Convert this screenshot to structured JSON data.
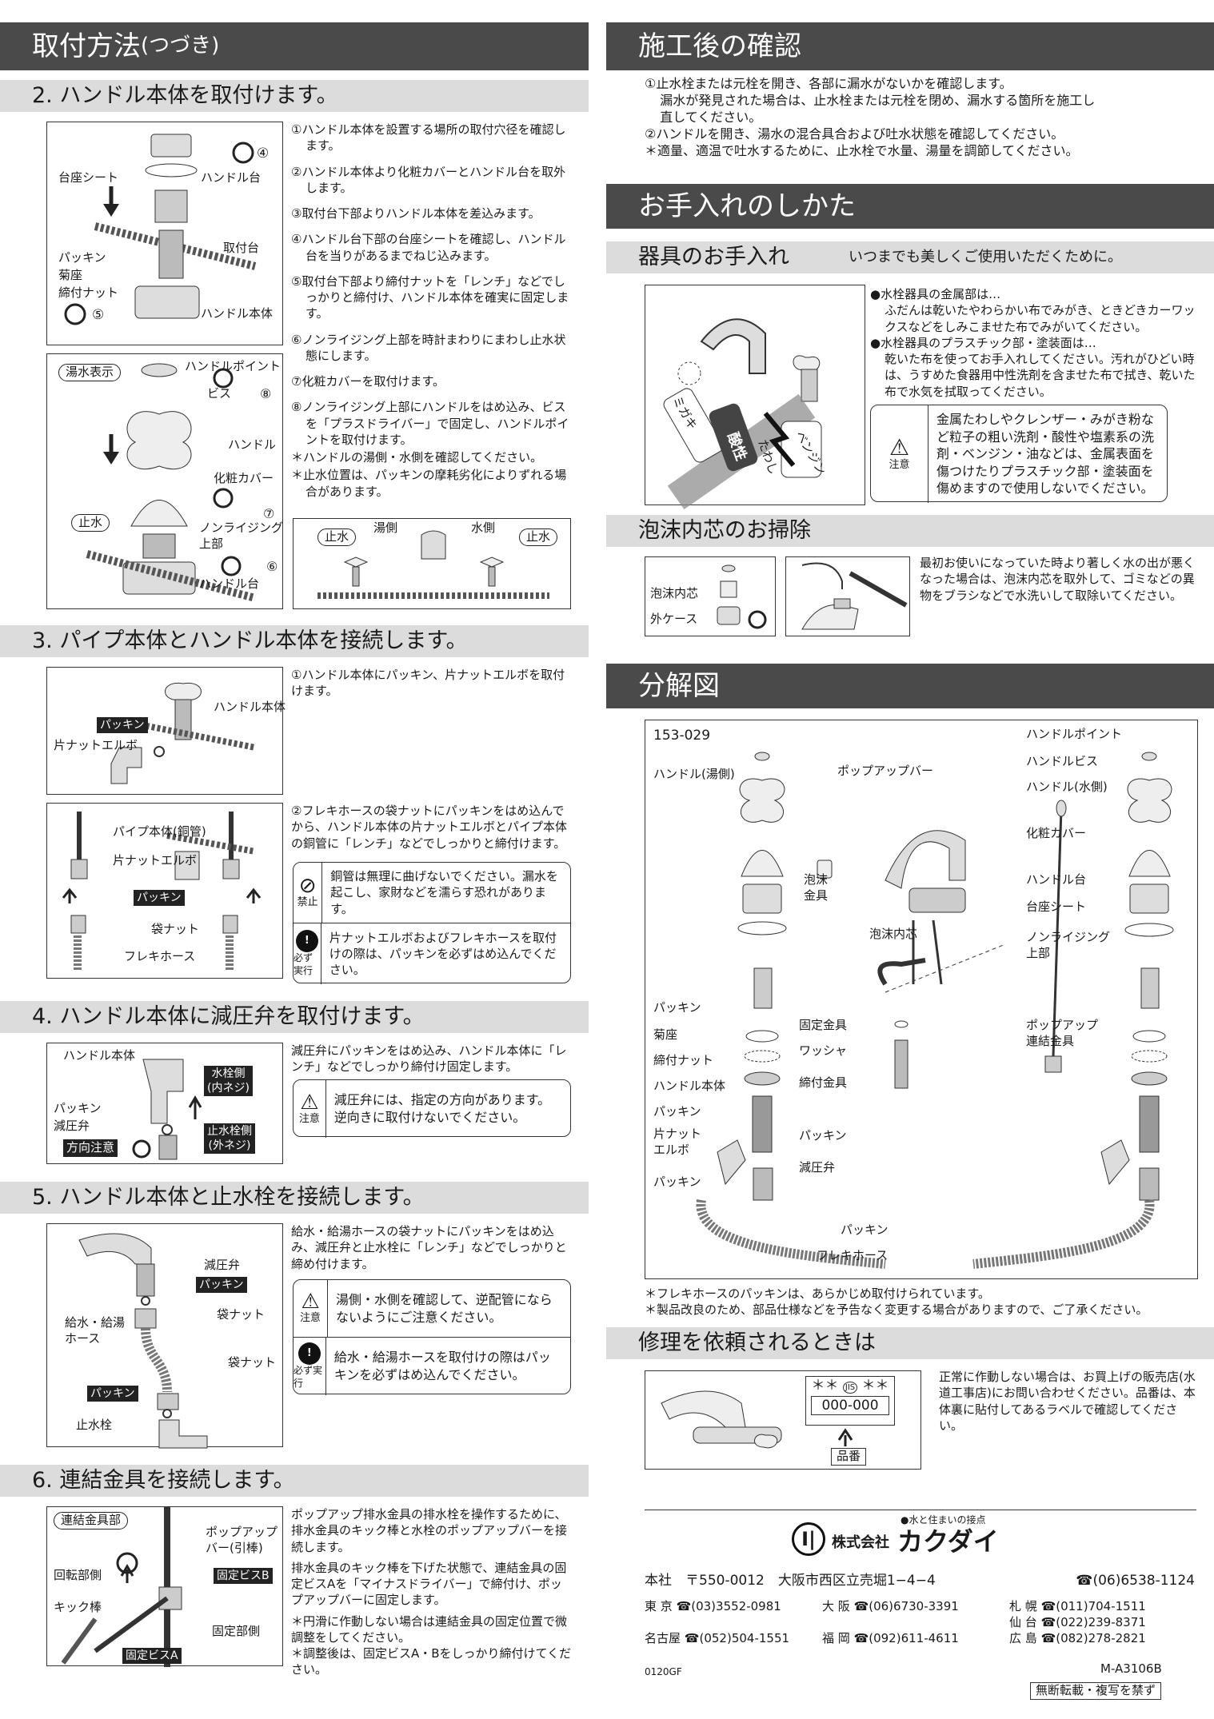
{
  "left_header": {
    "title": "取付方法",
    "sub": "(つづき)"
  },
  "right_header": {
    "title": "施工後の確認"
  },
  "confirm": {
    "lines": [
      "①止水栓または元栓を開き、各部に漏水がないかを確認します。",
      "漏水が発見された場合は、止水栓または元栓を閉め、漏水する箇所を施工し",
      "直してください。",
      "②ハンドルを開き、湯水の混合具合および吐水状態を確認してください。",
      "＊適量、適温で吐水するために、止水栓で水量、湯量を調節してください。"
    ]
  },
  "s2": {
    "title": "2. ハンドル本体を取付けます。",
    "d1": {
      "l1": "台座シート",
      "l2": "ハンドル台",
      "l3": "取付台",
      "l4": "パッキン",
      "l5": "菊座",
      "l6": "締付ナット",
      "l7": "ハンドル本体",
      "n4": "④",
      "n5": "⑤"
    },
    "d2": {
      "l1": "湯水表示",
      "l2": "ハンドルポイント",
      "l3": "ビス",
      "l4": "ハンドル",
      "l5": "化粧カバー",
      "l6": "止水",
      "l7": "ノンライジング",
      "l8": "上部",
      "l9": "ハンドル台",
      "n6": "⑥",
      "n7": "⑦",
      "n8": "⑧"
    },
    "d3": {
      "l1": "止水",
      "l2": "湯側",
      "l3": "水側",
      "l4": "止水"
    },
    "steps": [
      "①ハンドル本体を設置する場所の取付穴径を確認します。",
      "②ハンドル本体より化粧カバーとハンドル台を取外します。",
      "③取付台下部よりハンドル本体を差込みます。",
      "④ハンドル台下部の台座シートを確認し、ハンドル台を当りがあるまでねじ込みます。",
      "⑤取付台下部より締付ナットを「レンチ」などでしっかりと締付け、ハンドル本体を確実に固定します。",
      "⑥ノンライジング上部を時計まわりにまわし止水状態にします。",
      "⑦化粧カバーを取付けます。",
      "⑧ノンライジング上部にハンドルをはめ込み、ビスを「プラスドライバー」で固定し、ハンドルポイントを取付けます。"
    ],
    "notes": [
      "＊ハンドルの湯側・水側を確認してください。",
      "＊止水位置は、パッキンの摩耗劣化によりずれる場合があります。"
    ]
  },
  "s3": {
    "title": "3. パイプ本体とハンドル本体を接続します。",
    "d1": {
      "l1": "ハンドル本体",
      "l2": "パッキン",
      "l3": "片ナットエルボ"
    },
    "d2": {
      "l1": "パイプ本体(銅管)",
      "l2": "片ナットエルボ",
      "l3": "パッキン",
      "l4": "袋ナット",
      "l5": "フレキホース"
    },
    "step1": "①ハンドル本体にパッキン、片ナットエルボを取付けます。",
    "step2": "②フレキホースの袋ナットにパッキンをはめ込んでから、ハンドル本体の片ナットエルボとパイプ本体の銅管に「レンチ」などでしっかりと締付けます。",
    "c1": {
      "icon": "禁止",
      "text": "銅管は無理に曲げないでください。漏水を起こし、家財などを濡らす恐れがあります。"
    },
    "c2": {
      "icon": "必ず実行",
      "text": "片ナットエルボおよびフレキホースを取付けの際は、パッキンを必ずはめ込んでください。"
    }
  },
  "s4": {
    "title": "4. ハンドル本体に減圧弁を取付けます。",
    "d": {
      "l1": "ハンドル本体",
      "l2": "水栓側",
      "l2b": "(内ネジ)",
      "l3": "パッキン",
      "l4": "減圧弁",
      "l5": "止水栓側",
      "l5b": "(外ネジ)",
      "l6": "方向注意"
    },
    "text": "減圧弁にパッキンをはめ込み、ハンドル本体に「レンチ」などでしっかり締付け固定します。",
    "c": {
      "icon": "注意",
      "text": "減圧弁には、指定の方向があります。逆向きに取付けないでください。"
    }
  },
  "s5": {
    "title": "5. ハンドル本体と止水栓を接続します。",
    "d": {
      "l1": "減圧弁",
      "l2": "パッキン",
      "l3": "袋ナット",
      "l4": "給水・給湯",
      "l4b": "ホース",
      "l5": "袋ナット",
      "l6": "パッキン",
      "l7": "止水栓"
    },
    "text": "給水・給湯ホースの袋ナットにパッキンをはめ込み、減圧弁と止水栓に「レンチ」などでしっかりと締め付けます。",
    "c1": {
      "icon": "注意",
      "text": "湯側・水側を確認して、逆配管にならないようにご注意ください。"
    },
    "c2": {
      "icon": "必ず実行",
      "text": "給水・給湯ホースを取付けの際はパッキンを必ずはめ込んでください。"
    }
  },
  "s6": {
    "title": "6. 連結金具を接続します。",
    "d": {
      "l1": "連結金具部",
      "l2": "ポップアップ",
      "l2b": "バー(引棒)",
      "l3": "回転部側",
      "l4": "固定ビスB",
      "l5": "キック棒",
      "l6": "固定部側",
      "l7": "固定ビスA"
    },
    "text": [
      "ポップアップ排水金具の排水栓を操作するために、排水金具のキック棒と水栓のポップアップバーを接続します。",
      "排水金具のキック棒を下げた状態で、連結金具の固定ビスAを「マイナスドライバー」で締付け、ポップアップバーに固定します。",
      "＊円滑に作動しない場合は連結金具の固定位置で微調整をしてください。",
      "＊調整後は、固定ビスA・Bをしっかり締付けてください。"
    ]
  },
  "care": {
    "title": "お手入れのしかた",
    "sub1": {
      "title": "器具のお手入れ",
      "tag": "いつまでも美しくご使用いただくために。"
    },
    "img": {
      "t1": "酸性",
      "t2": "たわし",
      "t3": "ベンジン",
      "t4": "ミガキ"
    },
    "text": [
      "●水栓器具の金属部は…",
      "ふだんは乾いたやわらかい布でみがき、ときどきカーワックスなどをしみこませた布でみがいてください。",
      "●水栓器具のプラスチック部・塗装面は…",
      "乾いた布を使ってお手入れしてください。汚れがひどい時は、うすめた食器用中性洗剤を含ませた布で拭き、乾いた布で水気を拭取ってください。"
    ],
    "c": {
      "icon": "注意",
      "text": "金属たわしやクレンザー・みがき粉など粒子の粗い洗剤・酸性や塩素系の洗剤・ベンジン・油などは、金属表面を傷つけたりプラスチック部・塗装面を傷めますので使用しないでください。"
    },
    "sub2": {
      "title": "泡沫内芯のお掃除"
    },
    "aw": {
      "l1": "泡沫内芯",
      "l2": "外ケース",
      "text": "最初お使いになっていた時より著しく水の出が悪くなった場合は、泡沫内芯を取外して、ゴミなどの異物をブラシなどで水洗いして取除いてください。"
    }
  },
  "exploded": {
    "title": "分解図",
    "model": "153-029",
    "labels": {
      "a": "ハンドル(湯側)",
      "b": "ポップアップバー",
      "c": "ハンドルポイント",
      "d": "ハンドルビス",
      "e": "ハンドル(水側)",
      "f": "化粧カバー",
      "g": "泡沫",
      "g2": "金具",
      "h": "ハンドル台",
      "i": "台座シート",
      "j": "泡沫内芯",
      "k": "ノンライジング",
      "k2": "上部",
      "l": "パッキン",
      "m": "固定金具",
      "n": "ポップアップ",
      "n2": "連結金具",
      "o": "菊座",
      "p": "ワッシャ",
      "q": "締付ナット",
      "r": "締付金具",
      "s": "ハンドル本体",
      "t": "パッキン",
      "u": "片ナット",
      "u2": "エルボ",
      "v": "パッキン",
      "w": "減圧弁",
      "x": "パッキン",
      "y": "パッキン",
      "z": "フレキホース"
    },
    "notes": [
      "＊フレキホースのパッキンは、あらかじめ取付けられています。",
      "＊製品改良のため、部品仕様などを予告なく変更する場合がありますので、ご了承ください。"
    ]
  },
  "repair": {
    "title": "修理を依頼されるときは",
    "code1": "＊＊",
    "jis": "JIS",
    "code2": "000-000",
    "label": "品番",
    "text": "正常に作動しない場合は、お買上げの販売店(水道工事店)にお問い合わせください。品番は、本体裏に貼付してあるラベルで確認してください。"
  },
  "company": {
    "tagline": "●水と住まいの接点",
    "name": "株式会社",
    "brand": "カクダイ",
    "hq": "本社　〒550-0012　大阪市西区立売堀1−4−4",
    "hq_tel": "☎(06)6538-1124",
    "offices": [
      {
        "city": "東 京",
        "tel": "☎(03)3552-0981"
      },
      {
        "city": "大 阪",
        "tel": "☎(06)6730-3391"
      },
      {
        "city": "札 幌",
        "tel": "☎(011)704-1511"
      },
      {
        "city": "仙 台",
        "tel": "☎(022)239-8371"
      },
      {
        "city": "名古屋",
        "tel": "☎(052)504-1551"
      },
      {
        "city": "福 岡",
        "tel": "☎(092)611-4611"
      },
      {
        "city": "広 島",
        "tel": "☎(082)278-2821"
      }
    ],
    "doc_no": "M-A3106B",
    "code": "0120GF",
    "copyright": "無断転載・複写を禁ず"
  }
}
